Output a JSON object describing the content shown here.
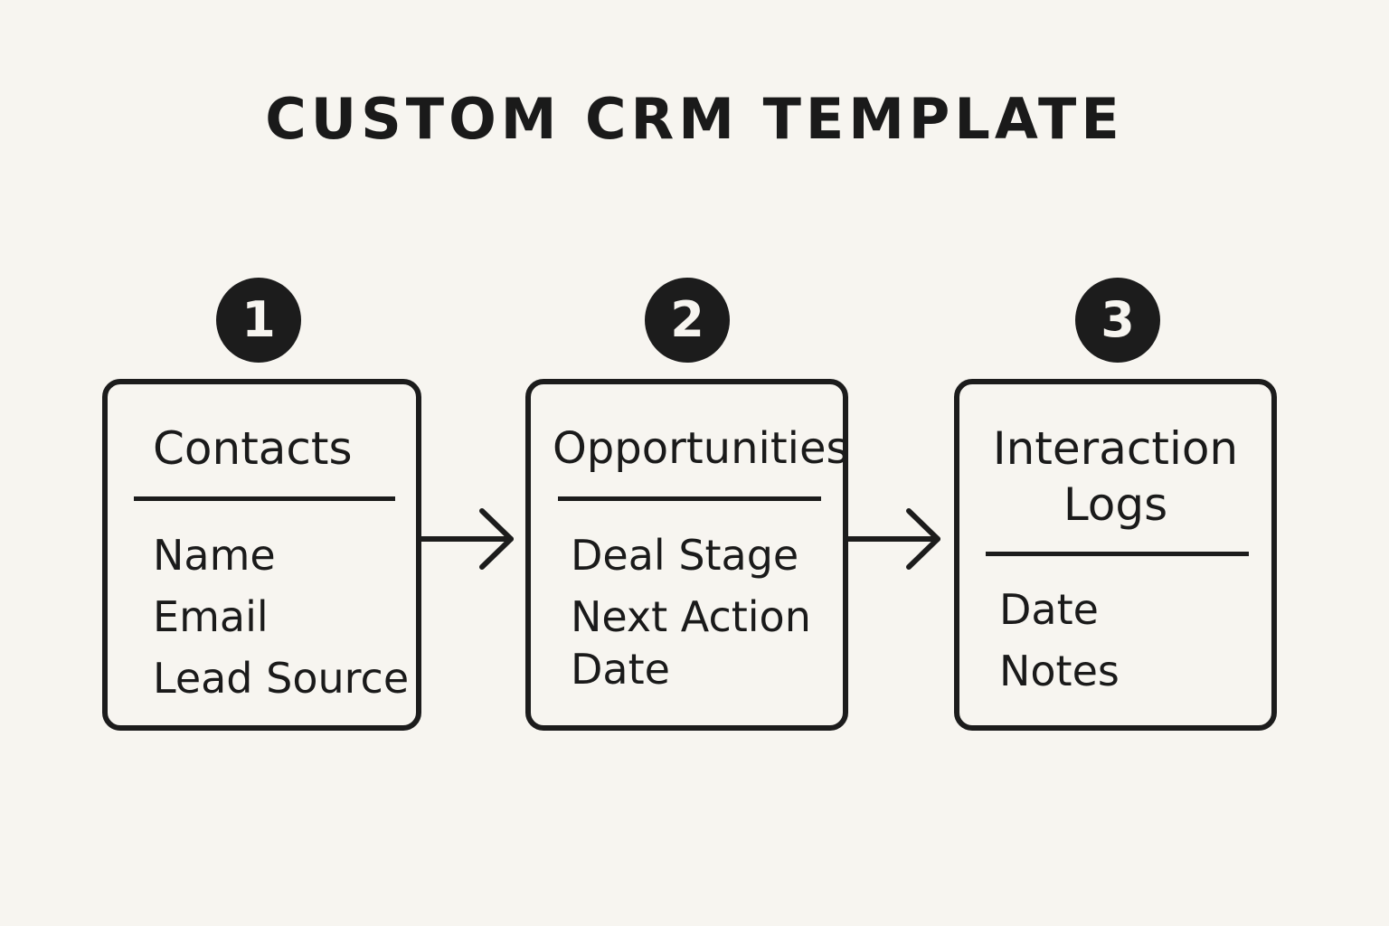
{
  "title": "CUSTOM CRM TEMPLATE",
  "steps": [
    {
      "number": "1",
      "title": "Contacts",
      "fields": [
        "Name",
        "Email",
        "Lead Source"
      ]
    },
    {
      "number": "2",
      "title": "Opportunities",
      "fields": [
        "Deal Stage",
        "Next Action",
        "Date"
      ]
    },
    {
      "number": "3",
      "title_lines": [
        "Interaction",
        "Logs"
      ],
      "fields": [
        "Date",
        "Notes"
      ]
    }
  ],
  "colors": {
    "background": "#f7f5f0",
    "ink": "#1c1c1c"
  },
  "icons": [
    "arrow-right-icon",
    "arrow-right-icon"
  ]
}
